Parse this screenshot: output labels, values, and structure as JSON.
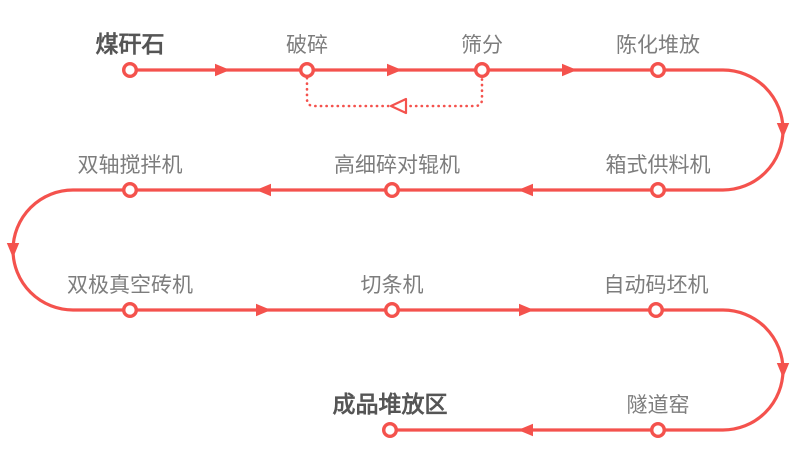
{
  "diagram": {
    "type": "process-flow",
    "direction": "serpentine-top-left-to-bottom-center",
    "colors": {
      "line": "#f4524d",
      "node_fill": "#ffffff",
      "label": "#7d7d7d",
      "label_emphasis": "#555555",
      "background": "#ffffff"
    },
    "stages": [
      {
        "label": "煤矸石",
        "emphasis": true,
        "row": 1
      },
      {
        "label": "破碎",
        "emphasis": false,
        "row": 1
      },
      {
        "label": "筛分",
        "emphasis": false,
        "row": 1
      },
      {
        "label": "陈化堆放",
        "emphasis": false,
        "row": 1
      },
      {
        "label": "箱式供料机",
        "emphasis": false,
        "row": 2
      },
      {
        "label": "高细碎对辊机",
        "emphasis": false,
        "row": 2
      },
      {
        "label": "双轴搅拌机",
        "emphasis": false,
        "row": 2
      },
      {
        "label": "双极真空砖机",
        "emphasis": false,
        "row": 3
      },
      {
        "label": "切条机",
        "emphasis": false,
        "row": 3
      },
      {
        "label": "自动码坯机",
        "emphasis": false,
        "row": 3
      },
      {
        "label": "隧道窑",
        "emphasis": false,
        "row": 4
      },
      {
        "label": "成品堆放区",
        "emphasis": true,
        "row": 4
      }
    ],
    "feedback_loop": {
      "from": "筛分",
      "to": "破碎",
      "style": "dotted",
      "arrow": "open-left"
    }
  }
}
